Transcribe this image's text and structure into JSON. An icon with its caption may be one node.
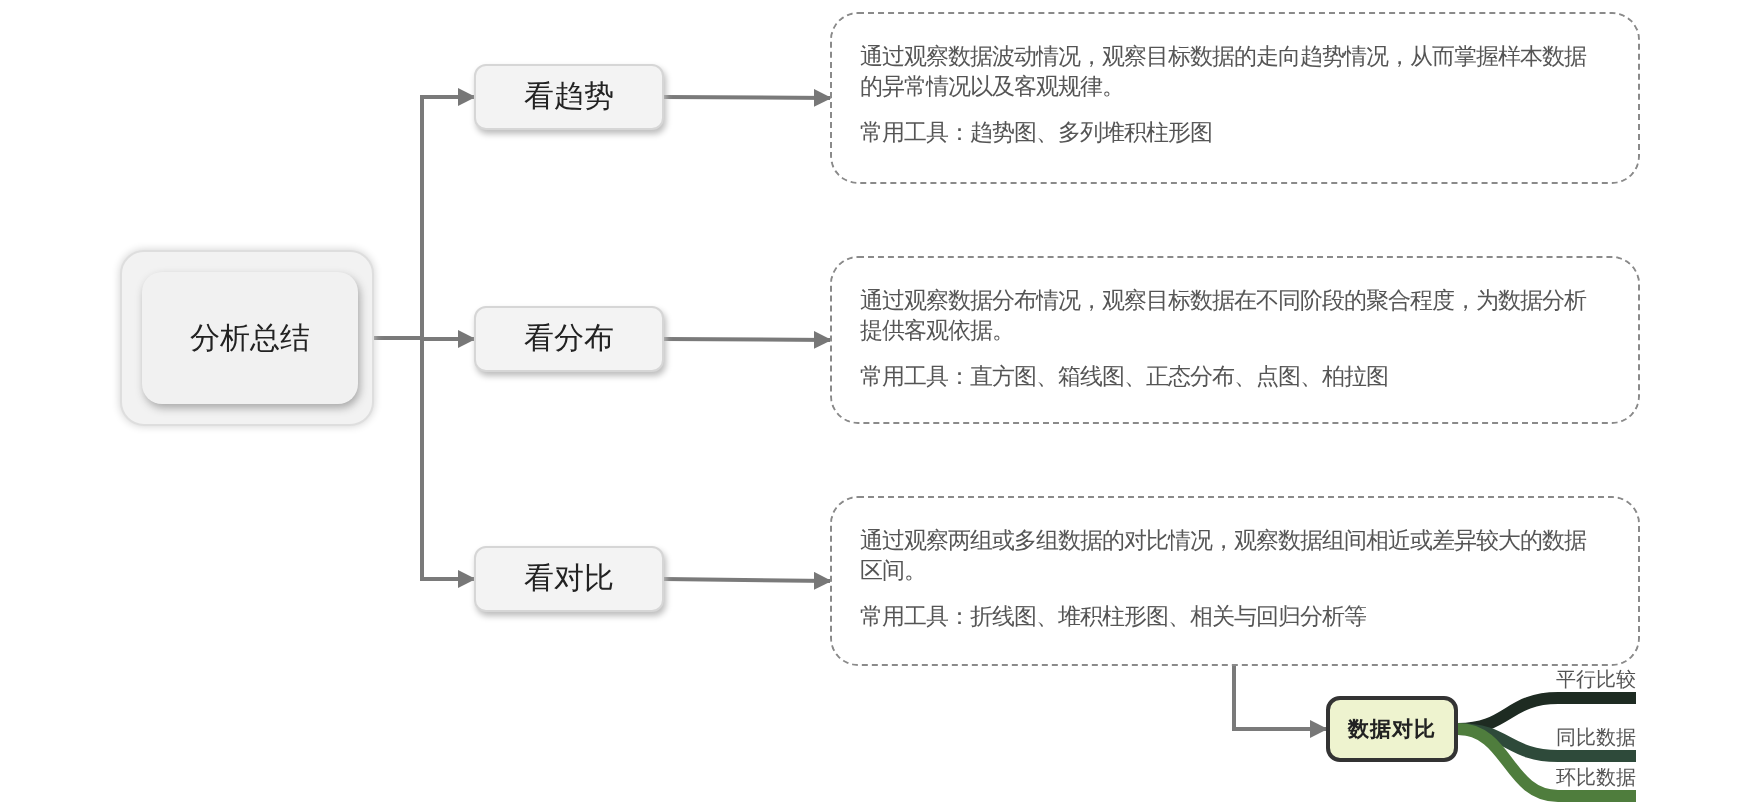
{
  "diagram": {
    "nodes": [
      {
        "text": [
          "分析总结"
        ]
      },
      {
        "text": [
          "看趋势"
        ]
      },
      {
        "text": [
          "看分布"
        ]
      },
      {
        "text": [
          "看对比"
        ]
      },
      {
        "text": [
          "通过观察数据波动情况，观察目标数据的走向趋势情况，从而掌握样本数据的异常情况以及客观规律。",
          "常用工具：趋势图、多列堆积柱形图"
        ]
      },
      {
        "text": [
          "通过观察数据分布情况，观察目标数据在不同阶段的聚合程度，为数据分析提供客观依据。",
          "常用工具：直方图、箱线图、正态分布、点图、柏拉图"
        ]
      },
      {
        "text": [
          "通过观察两组或多组数据的对比情况，观察数据组间相近或差异较大的数据区间。",
          "常用工具：折线图、堆积柱形图、相关与回归分析等"
        ]
      },
      {
        "text": [
          "数据对比"
        ]
      },
      {
        "text": [
          "平行比较"
        ]
      },
      {
        "text": [
          "同比数据"
        ]
      },
      {
        "text": [
          "环比数据"
        ]
      }
    ],
    "edges": [
      {
        "from": 0,
        "to": 1,
        "arrow": "to"
      },
      {
        "from": 0,
        "to": 2,
        "arrow": "to"
      },
      {
        "from": 0,
        "to": 3,
        "arrow": "to"
      },
      {
        "from": 1,
        "to": 4,
        "arrow": "to"
      },
      {
        "from": 2,
        "to": 5,
        "arrow": "to"
      },
      {
        "from": 3,
        "to": 6,
        "arrow": "to"
      },
      {
        "from": 6,
        "to": 7,
        "arrow": "to"
      },
      {
        "from": 7,
        "to": 8,
        "arrow": "none",
        "style": "thick",
        "color": "#1e2b22"
      },
      {
        "from": 7,
        "to": 9,
        "arrow": "none",
        "style": "thick",
        "color": "#2e4a3a"
      },
      {
        "from": 7,
        "to": 10,
        "arrow": "none",
        "style": "thick",
        "color": "#4f7d3d"
      }
    ]
  }
}
